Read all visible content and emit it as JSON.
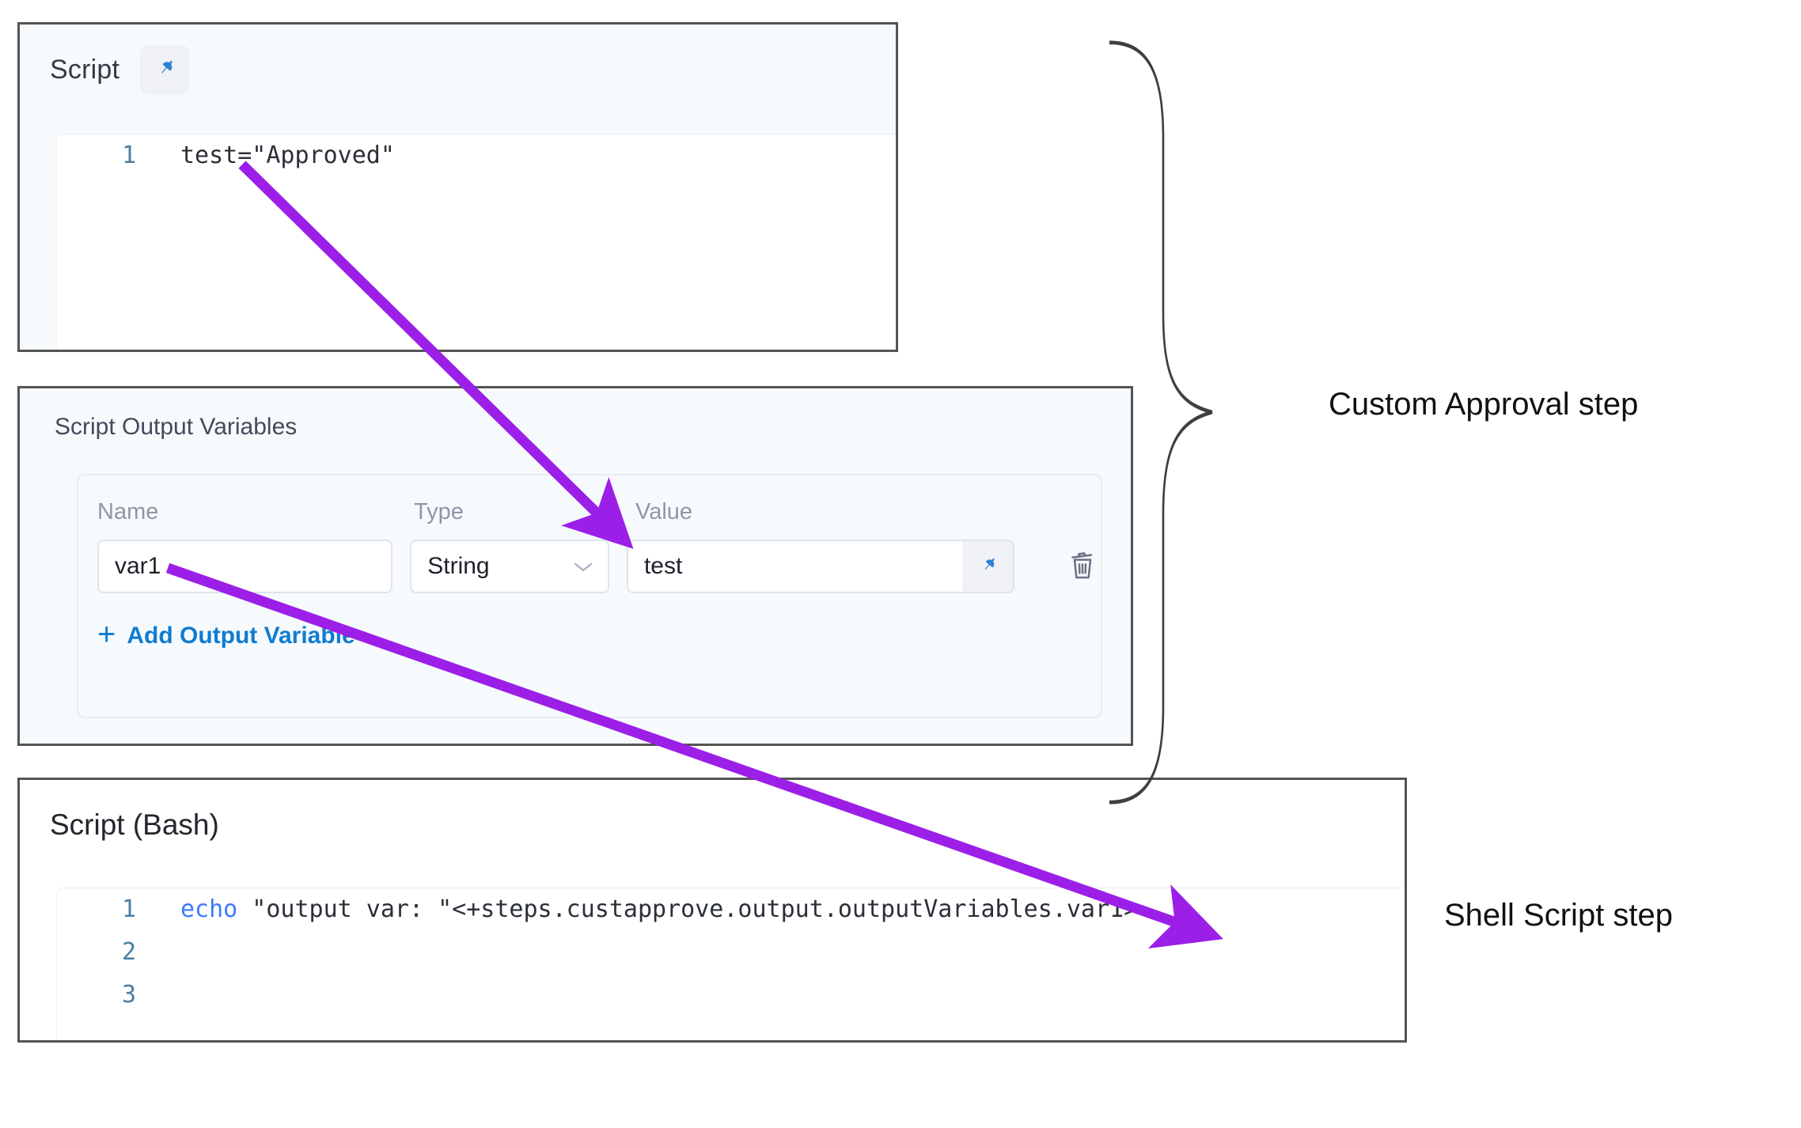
{
  "script_panel": {
    "title": "Script",
    "pin_icon": "pushpin-icon",
    "code": {
      "lines": [
        {
          "number": "1",
          "text": "test=\"Approved\""
        }
      ]
    }
  },
  "output_variables_panel": {
    "title": "Script Output Variables",
    "columns": {
      "name": "Name",
      "type": "Type",
      "value": "Value"
    },
    "rows": [
      {
        "name": "var1",
        "type": "String",
        "type_chevron": "chevron-down-icon",
        "value": "test",
        "value_pin_icon": "pushpin-icon",
        "delete_icon": "trash-icon"
      }
    ],
    "add_link": {
      "plus": "+",
      "label": "Add Output Variable"
    }
  },
  "bash_panel": {
    "title": "Script (Bash)",
    "code": {
      "lines": [
        {
          "number": "1",
          "keyword": "echo",
          "text": " \"output var: \"<+steps.custapprove.output.outputVariables.var1>"
        },
        {
          "number": "2",
          "keyword": "",
          "text": ""
        },
        {
          "number": "3",
          "keyword": "",
          "text": ""
        }
      ]
    }
  },
  "annotations": {
    "custom_approval_label": "Custom Approval step",
    "shell_script_label": "Shell Script step",
    "arrow_color": "#9c1fe8",
    "brace_color": "#3f3f3f",
    "arrows": [
      {
        "name": "script-to-value-arrow",
        "from": "test=\"Approved\"",
        "to": "Value column"
      },
      {
        "name": "var1-to-expression-arrow",
        "from": "var1",
        "to": "outputVariables.var1"
      }
    ]
  },
  "colors": {
    "panel_border": "#545454",
    "panel_bg": "#f6fafd",
    "accent_blue": "#0f7cd1",
    "pin_blue": "#2f7fd4",
    "line_number": "#4a7fa0",
    "code_keyword": "#3d7bfd"
  }
}
